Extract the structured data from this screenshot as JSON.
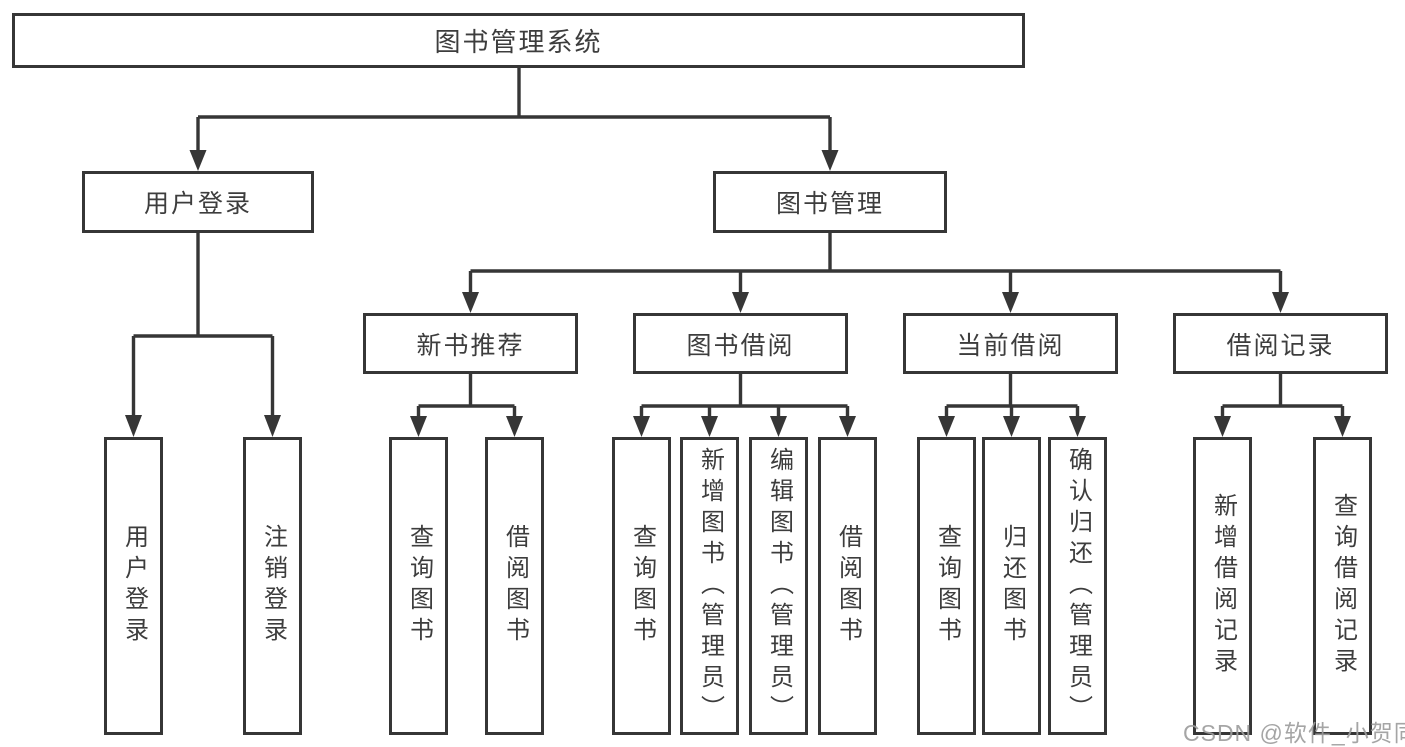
{
  "colors": {
    "line": "#363636",
    "text": "#3d3d3d",
    "watermark": "#9e9e9e",
    "background": "#ffffff"
  },
  "tree": {
    "root": {
      "label": "图书管理系统"
    },
    "children": [
      {
        "label": "用户登录",
        "children": [
          {
            "label": "用户登录"
          },
          {
            "label": "注销登录"
          }
        ]
      },
      {
        "label": "图书管理",
        "children": [
          {
            "label": "新书推荐",
            "children": [
              {
                "label": "查询图书"
              },
              {
                "label": "借阅图书"
              }
            ]
          },
          {
            "label": "图书借阅",
            "children": [
              {
                "label": "查询图书"
              },
              {
                "label": "新增图书（管理员）"
              },
              {
                "label": "编辑图书（管理员）"
              },
              {
                "label": "借阅图书"
              }
            ]
          },
          {
            "label": "当前借阅",
            "children": [
              {
                "label": "查询图书"
              },
              {
                "label": "归还图书"
              },
              {
                "label": "确认归还（管理员）"
              }
            ]
          },
          {
            "label": "借阅记录",
            "children": [
              {
                "label": "新增借阅记录"
              },
              {
                "label": "查询借阅记录"
              }
            ]
          }
        ]
      }
    ]
  },
  "watermark": {
    "text": "CSDN @软件_小贺同学"
  }
}
